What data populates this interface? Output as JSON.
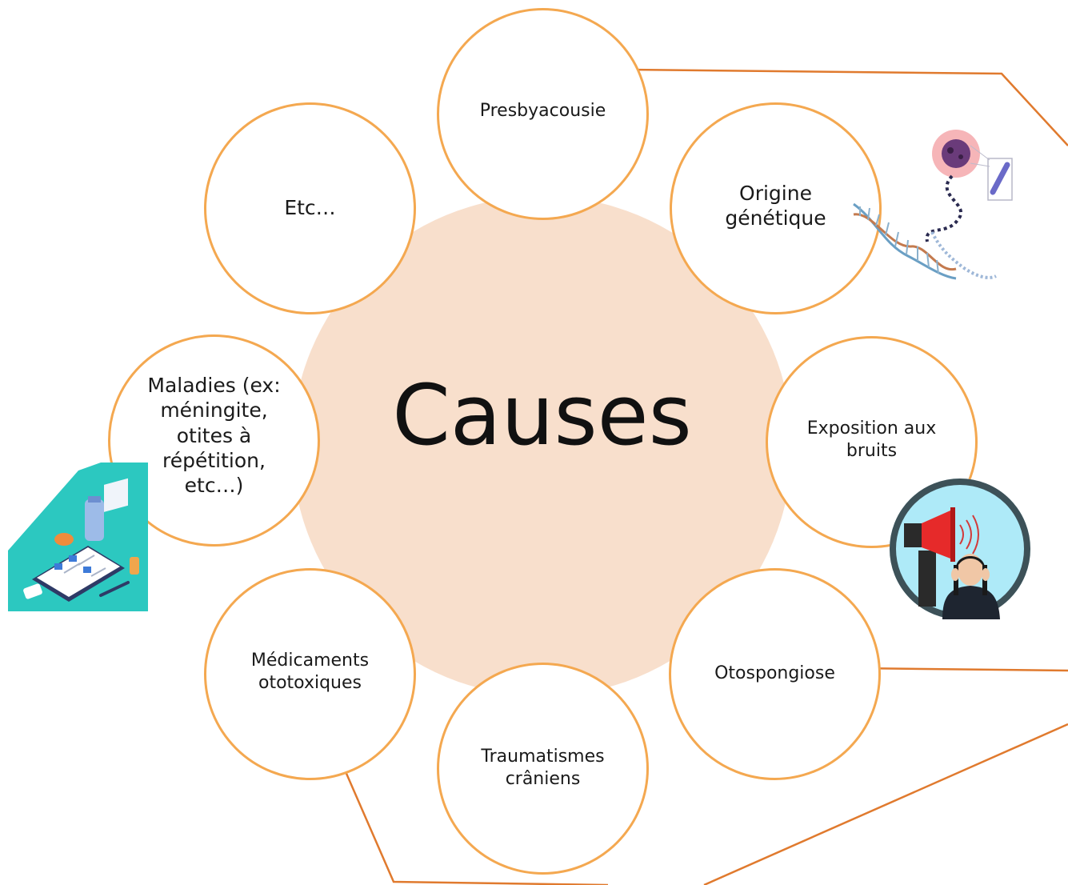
{
  "diagram": {
    "center_label": "Causes",
    "colors": {
      "center_fill": "#f8dfcc",
      "circle_outline": "#f4a850",
      "connector": "#e07a2e",
      "text": "#1a1a1a"
    },
    "causes": [
      {
        "id": "presbyacousie",
        "label": "Presbyacousie"
      },
      {
        "id": "origine-genetique",
        "label": "Origine génétique"
      },
      {
        "id": "exposition-bruits",
        "label": "Exposition aux bruits"
      },
      {
        "id": "otospongiose",
        "label": "Otospongiose"
      },
      {
        "id": "traumatismes-craniens",
        "label": "Traumatismes crâniens"
      },
      {
        "id": "medicaments-ototoxiques",
        "label": "Médicaments ototoxiques"
      },
      {
        "id": "maladies",
        "label": "Maladies (ex: méningite, otites à répétition, etc…)"
      },
      {
        "id": "etc",
        "label": "Etc…"
      }
    ],
    "illustrations": [
      "dna-chromosome-image",
      "noise-megaphone-image",
      "medication-clipboard-image"
    ]
  }
}
